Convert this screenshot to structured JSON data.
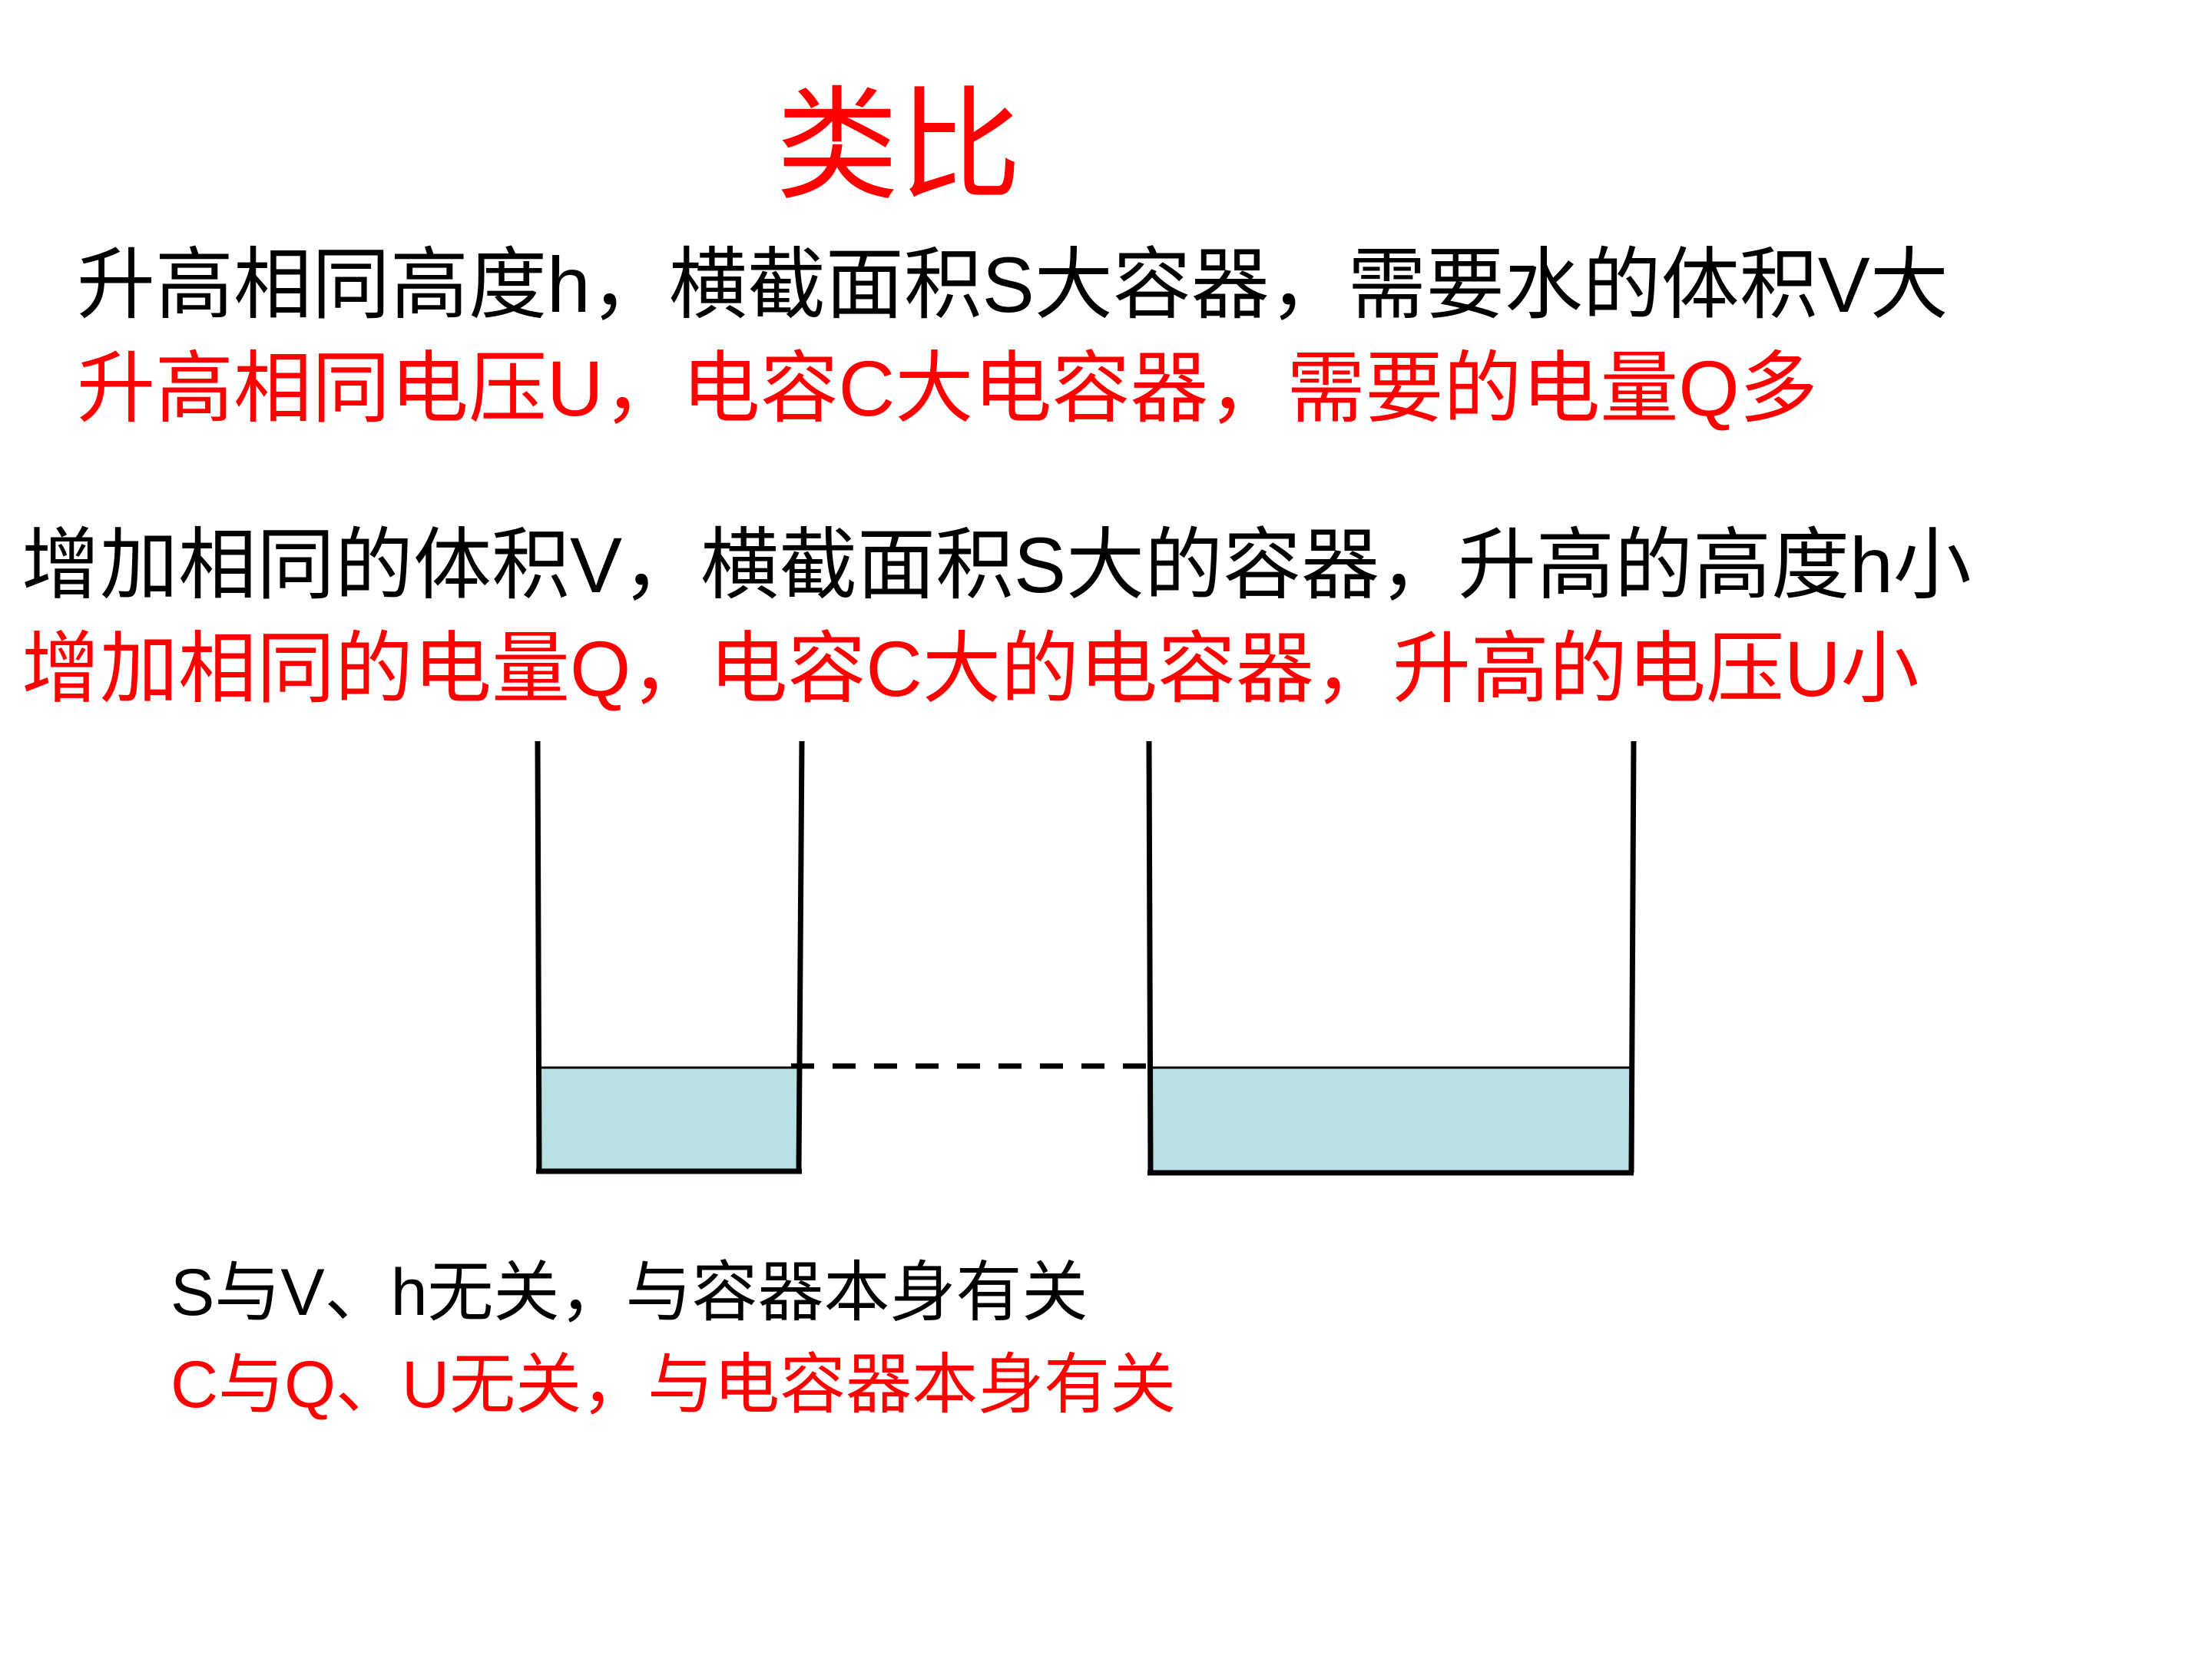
{
  "title": "类比",
  "statements": {
    "water_height": "升高相同高度h，横截面积S大容器，需要水的体积V大",
    "capacitor_voltage": "升高相同电压U，电容C大电容器，需要的电量Q多",
    "water_volume": "增加相同的体积V，横截面积S大的容器，升高的高度h小",
    "capacitor_charge": "增加相同的电量Q，电容C大的电容器，升高的电压U小"
  },
  "conclusions": {
    "water": "S与V、h无关，与容器本身有关",
    "capacitor": "C与Q、U无关，与电容器本身有关"
  },
  "colors": {
    "emphasis": "#ff0000",
    "text": "#000000",
    "water": "#b8dfe4"
  }
}
